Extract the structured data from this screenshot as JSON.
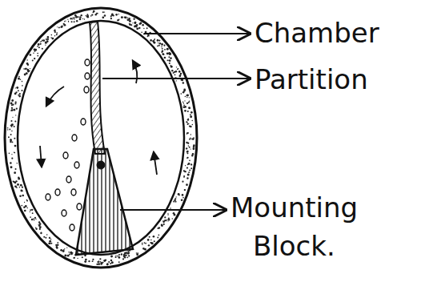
{
  "diagram": {
    "labels": [
      "Chamber",
      "Partition",
      "Mounting Block."
    ]
  }
}
